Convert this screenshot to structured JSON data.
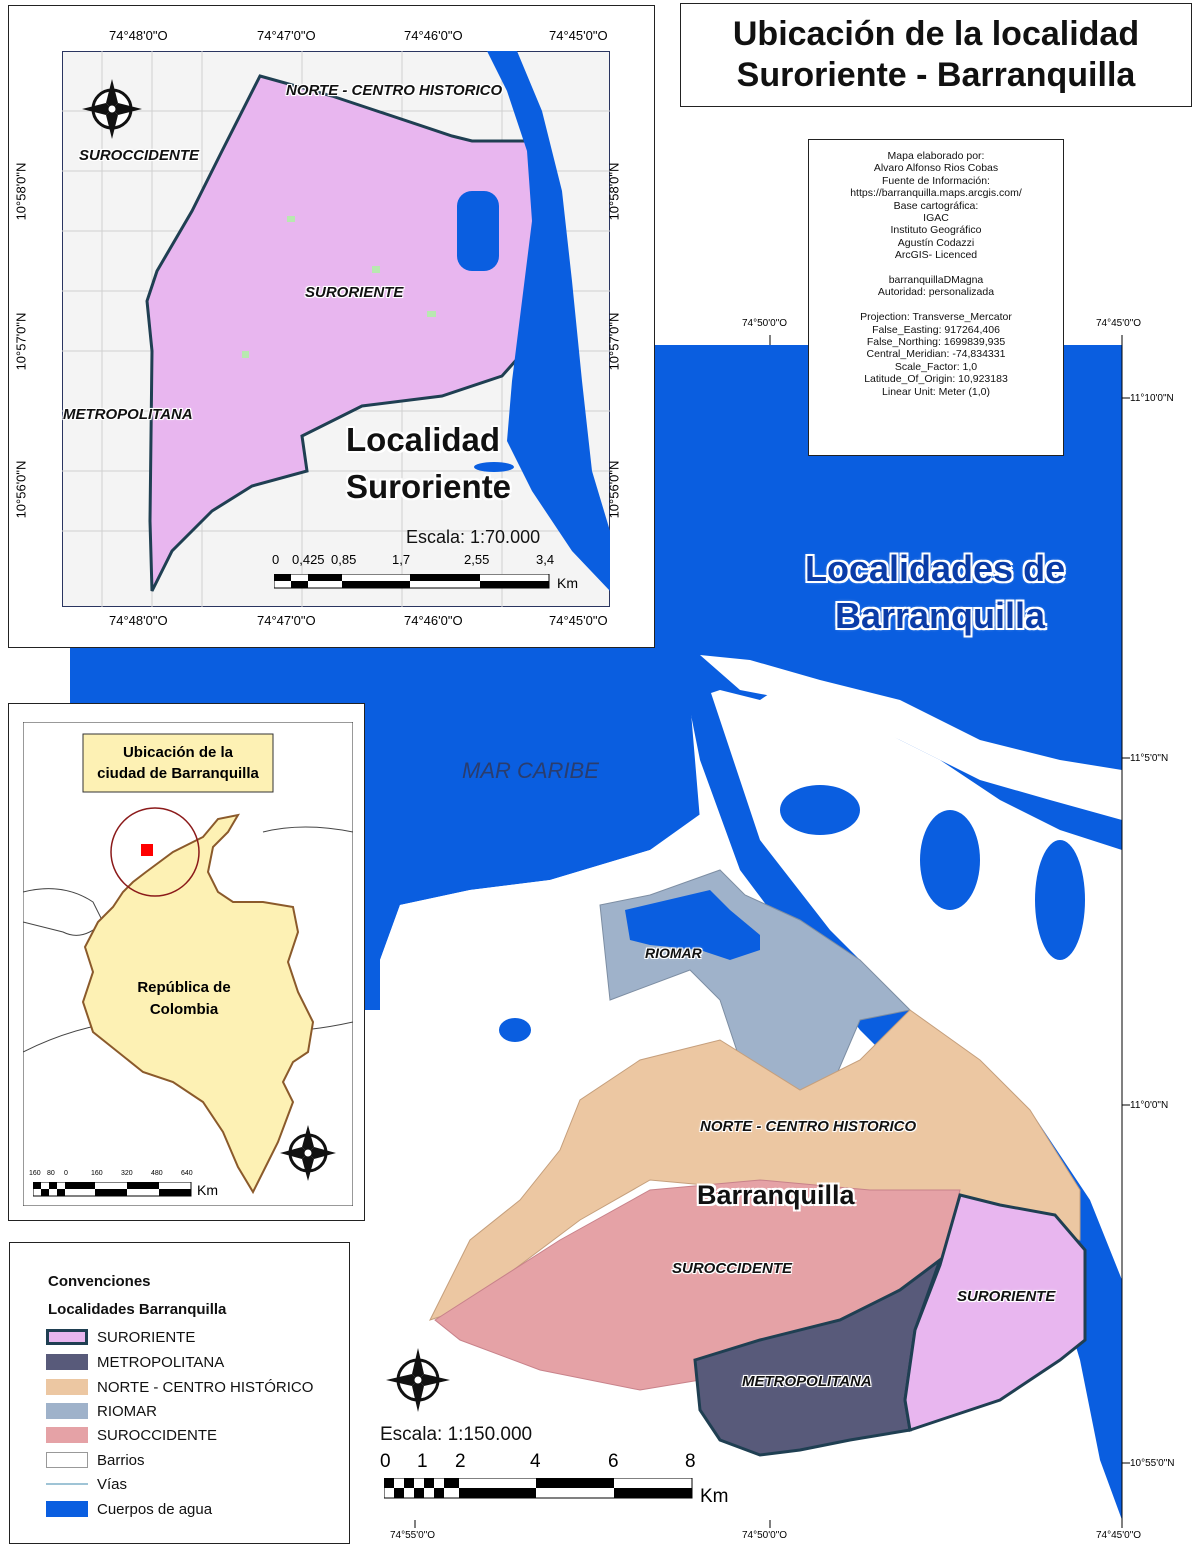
{
  "title": {
    "line1": "Ubicación de la localidad",
    "line2": "Suroriente - Barranquilla"
  },
  "metadata_lines": [
    "Mapa elaborado por:",
    "Alvaro Alfonso Rios Cobas",
    "Fuente de Información:",
    "https://barranquilla.maps.arcgis.com/",
    "Base cartográfica:",
    "IGAC",
    "Instituto Geográfico",
    "Agustín Codazzi",
    "ArcGIS- Licenced",
    "",
    "barranquillaDMagna",
    "Autoridad: personalizada",
    "",
    "Projection: Transverse_Mercator",
    "False_Easting: 917264,406",
    "False_Northing: 1699839,935",
    "Central_Meridian: -74,834331",
    "Scale_Factor: 1,0",
    "Latitude_Of_Origin: 10,923183",
    "Linear Unit: Meter (1,0)"
  ],
  "inset_top": {
    "top_ticks": [
      "74°48'0\"O",
      "74°47'0\"O",
      "74°46'0\"O",
      "74°45'0\"O"
    ],
    "bottom_ticks": [
      "74°48'0\"O",
      "74°47'0\"O",
      "74°46'0\"O",
      "74°45'0\"O"
    ],
    "side_ticks": [
      "10°58'0\"N",
      "10°57'0\"N",
      "10°56'0\"N"
    ],
    "labels": {
      "norte": "NORTE - CENTRO HISTORICO",
      "suroccidente": "SUROCCIDENTE",
      "suroriente": "SURORIENTE",
      "metropolitana": "METROPOLITANA"
    },
    "big_label_1": "Localidad",
    "big_label_2": "Suroriente",
    "scale_text": "Escala: 1:70.000",
    "scale_ticks": [
      "0",
      "0,425",
      "0,85",
      "1,7",
      "2,55",
      "3,4"
    ],
    "scale_unit": "Km"
  },
  "main_map": {
    "top_ticks": [
      "74°50'0\"O",
      "74°45'0\"O"
    ],
    "bottom_ticks": [
      "74°55'0\"O",
      "74°50'0\"O",
      "74°45'0\"O"
    ],
    "right_ticks": [
      "11°10'0\"N",
      "11°5'0\"N",
      "11°0'0\"N",
      "10°55'0\"N"
    ],
    "big_title_1": "Localidades de",
    "big_title_2": "Barranquilla",
    "sea_label": "MAR CARIBE",
    "city_label": "Barranquilla",
    "labels": {
      "riomar": "RIOMAR",
      "norte": "NORTE - CENTRO HISTORICO",
      "suroccidente": "SUROCCIDENTE",
      "suroriente": "SURORIENTE",
      "metropolitana": "METROPOLITANA"
    },
    "scale_text": "Escala: 1:150.000",
    "scale_ticks": [
      "0",
      "1",
      "2",
      "4",
      "6",
      "8"
    ],
    "scale_unit": "Km"
  },
  "inset_colombia": {
    "title_1": "Ubicación de la",
    "title_2": "ciudad de Barranquilla",
    "country_1": "República de",
    "country_2": "Colombia",
    "scale_ticks": [
      "160",
      "80",
      "0",
      "160",
      "320",
      "480",
      "640"
    ],
    "scale_unit": "Km"
  },
  "legend": {
    "title": "Convenciones",
    "subtitle": "Localidades Barranquilla",
    "items": [
      {
        "label": "SURORIENTE",
        "fill": "#e8b6ef",
        "border": "#1f3f52"
      },
      {
        "label": "METROPOLITANA",
        "fill": "#585a7a",
        "border": "#585a7a"
      },
      {
        "label": "NORTE - CENTRO HISTÓRICO",
        "fill": "#ecc7a2",
        "border": "#ecc7a2"
      },
      {
        "label": "RIOMAR",
        "fill": "#9fb2ca",
        "border": "#9fb2ca"
      },
      {
        "label": "SUROCCIDENTE",
        "fill": "#e5a2a6",
        "border": "#e5a2a6"
      },
      {
        "label": "Barrios",
        "fill": "#ffffff",
        "border": "#999999"
      },
      {
        "label": "Vías",
        "fill": "line",
        "border": "#9fc4d6"
      },
      {
        "label": "Cuerpos de agua",
        "fill": "#0a5ee0",
        "border": "#0a5ee0"
      }
    ]
  },
  "colors": {
    "water": "#0a5ee0",
    "suroriente": "#e8b6ef",
    "metropolitana": "#585a7a",
    "norte": "#ecc7a2",
    "riomar": "#9fb2ca",
    "suroccidente": "#e5a2a6",
    "colombia": "#fdf1b4"
  }
}
